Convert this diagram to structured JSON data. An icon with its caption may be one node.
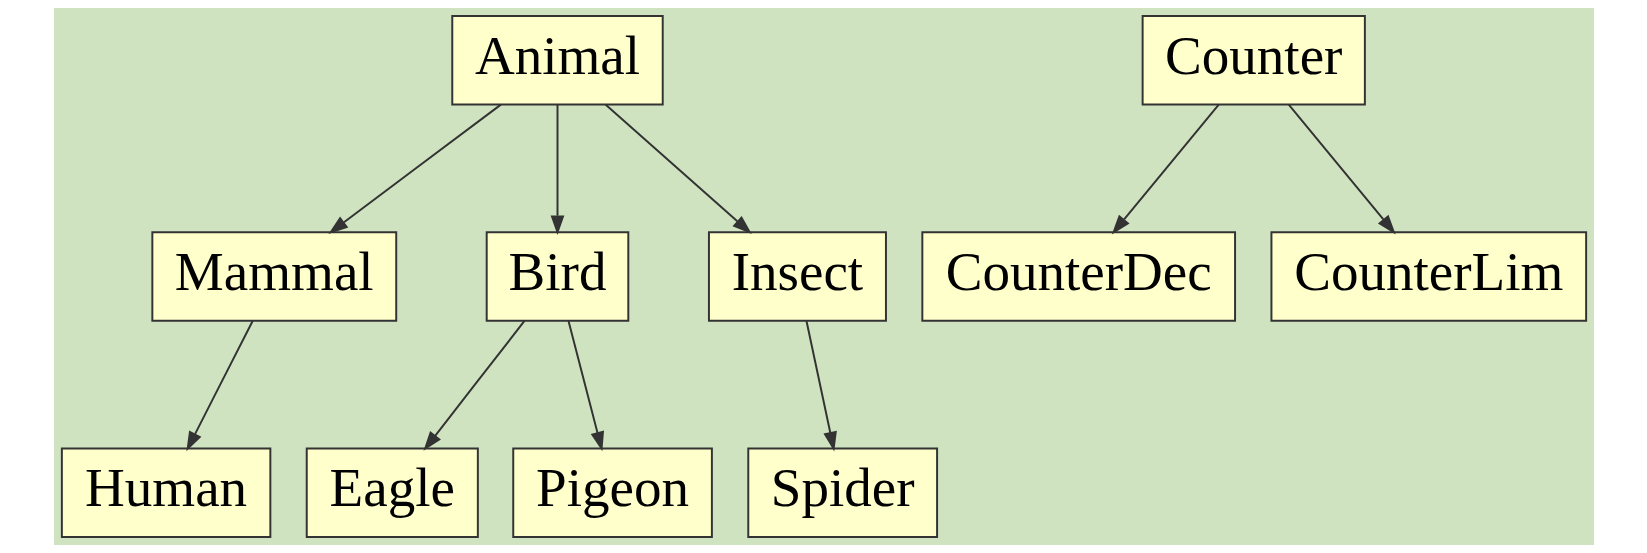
{
  "diagram": {
    "nodes": [
      {
        "text": [
          "Animal"
        ]
      },
      {
        "text": [
          "Counter"
        ]
      },
      {
        "text": [
          "Mammal"
        ]
      },
      {
        "text": [
          "Bird"
        ]
      },
      {
        "text": [
          "Insect"
        ]
      },
      {
        "text": [
          "CounterDec"
        ]
      },
      {
        "text": [
          "CounterLim"
        ]
      },
      {
        "text": [
          "Human"
        ]
      },
      {
        "text": [
          "Eagle"
        ]
      },
      {
        "text": [
          "Pigeon"
        ]
      },
      {
        "text": [
          "Spider"
        ]
      }
    ],
    "edges": [
      {
        "from": 0,
        "to": 2,
        "arrow": "to"
      },
      {
        "from": 0,
        "to": 3,
        "arrow": "to"
      },
      {
        "from": 0,
        "to": 4,
        "arrow": "to"
      },
      {
        "from": 1,
        "to": 5,
        "arrow": "to"
      },
      {
        "from": 1,
        "to": 6,
        "arrow": "to"
      },
      {
        "from": 2,
        "to": 7,
        "arrow": "to"
      },
      {
        "from": 3,
        "to": 8,
        "arrow": "to"
      },
      {
        "from": 3,
        "to": 9,
        "arrow": "to"
      },
      {
        "from": 4,
        "to": 10,
        "arrow": "to"
      }
    ]
  }
}
